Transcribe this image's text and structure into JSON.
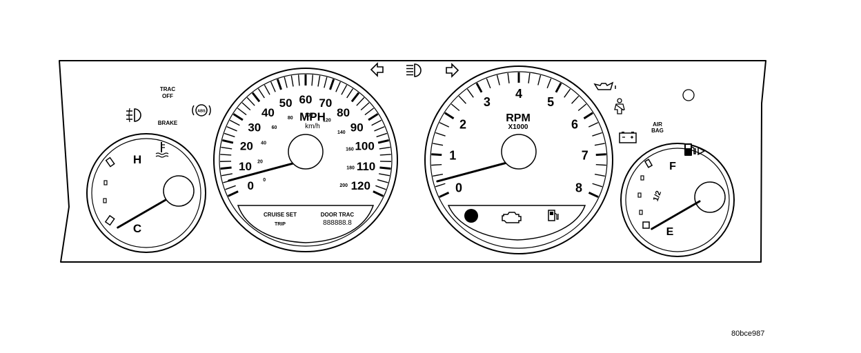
{
  "speedometer": {
    "mph_label": "MPH",
    "kmh_label": "km/h",
    "mph_ticks": [
      "0",
      "10",
      "20",
      "30",
      "40",
      "50",
      "60",
      "70",
      "80",
      "90",
      "100",
      "110",
      "120"
    ],
    "kmh_ticks": [
      "0",
      "20",
      "40",
      "60",
      "80",
      "100",
      "120",
      "140",
      "160",
      "180",
      "200"
    ],
    "needle_mph": 0,
    "odometer": {
      "cruise_set": "CRUISE SET",
      "door_trac": "DOOR TRAC",
      "trip": "TRIP",
      "display": "888888.8"
    }
  },
  "tachometer": {
    "rpm_label": "RPM",
    "multiplier_label": "X1000",
    "ticks": [
      "0",
      "1",
      "2",
      "3",
      "4",
      "5",
      "6",
      "7",
      "8"
    ],
    "needle_rpm": 0
  },
  "temperature_gauge": {
    "hot_label": "H",
    "cold_label": "C",
    "level": 0
  },
  "fuel_gauge": {
    "full_label": "F",
    "half_label": "1/2",
    "empty_label": "E",
    "level": 0
  },
  "indicators": {
    "trac_off": "TRAC OFF",
    "brake": "BRAKE",
    "abs": "ABS",
    "air_bag": "AIR BAG"
  },
  "icons": [
    "fog-light-icon",
    "abs-icon",
    "left-turn-signal-icon",
    "headlight-high-beam-icon",
    "right-turn-signal-icon",
    "oil-pressure-icon",
    "seatbelt-icon",
    "battery-icon",
    "fuel-pump-icon",
    "coolant-temp-icon",
    "check-engine-icon",
    "low-fuel-icon",
    "warning-lamp-icon"
  ],
  "figure_id": "80bce987"
}
